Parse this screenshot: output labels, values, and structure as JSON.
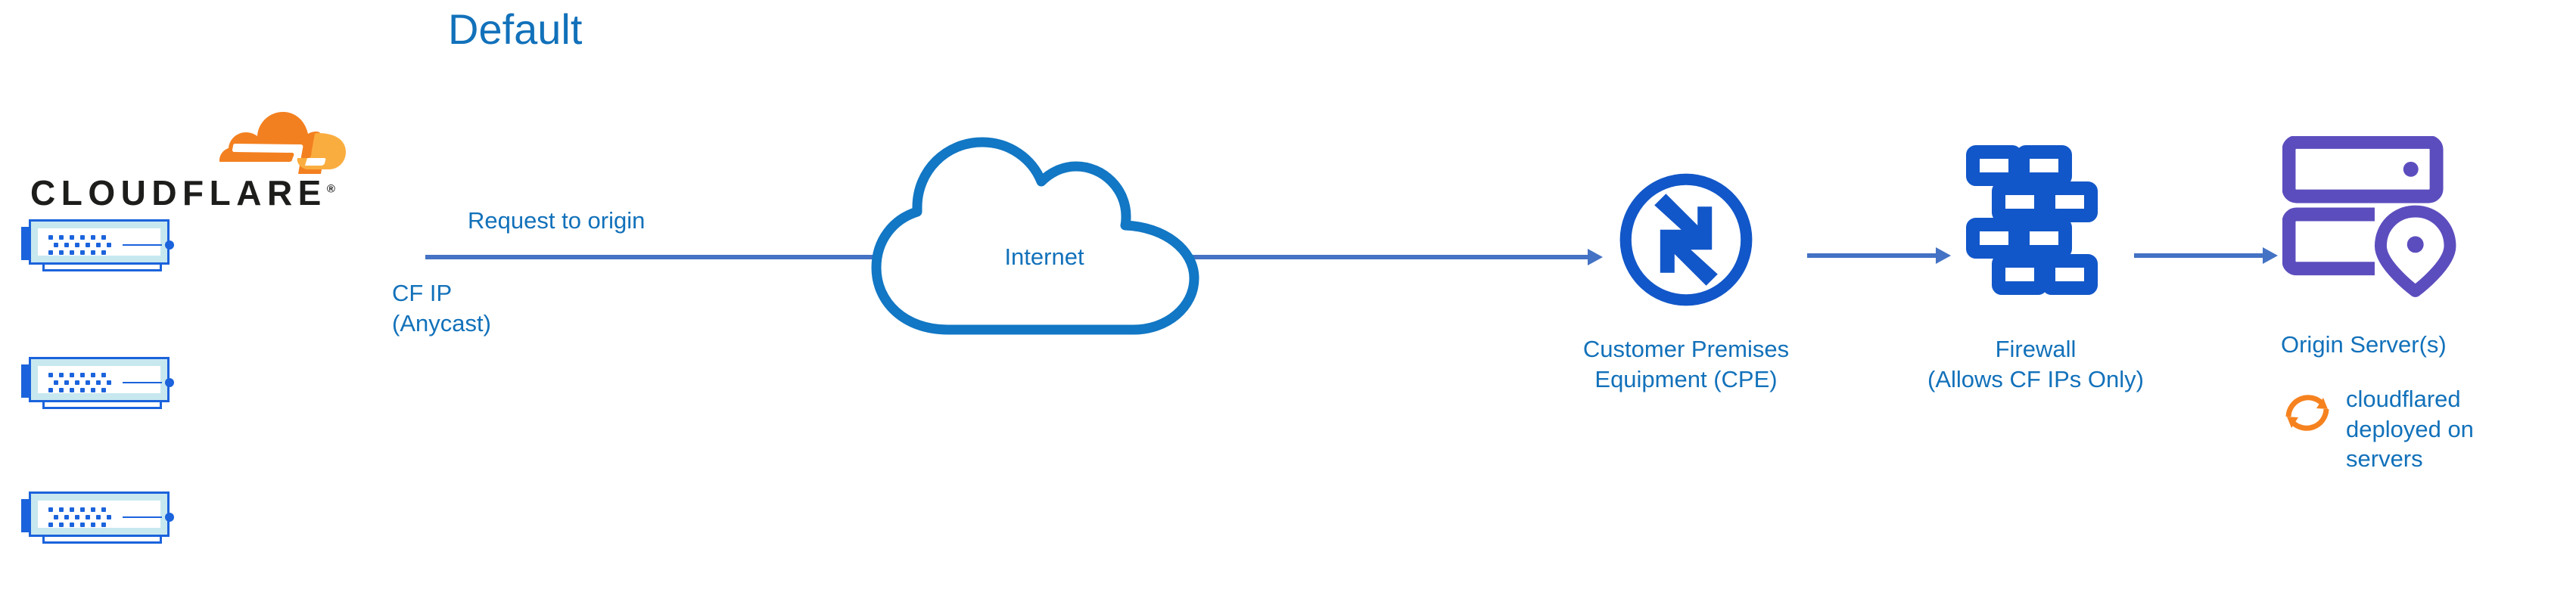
{
  "diagram": {
    "title": "Default",
    "brand": {
      "name": "CLOUDFLARE",
      "trademark": "®",
      "logo_icon": "cloudflare-cloud-logo",
      "orange_dark": "#F38020",
      "orange_light": "#FAAD3F"
    },
    "colors": {
      "text_blue": "#1271BA",
      "icon_blue": "#1257C9",
      "rack_blue": "#1B63DC",
      "rack_inner": "#C8E8F0",
      "arrow_blue": "#4472C4",
      "cloud_stroke": "#1277C4",
      "origin_purple": "#5C4DBE",
      "cloudflared_orange": "#F6821F",
      "wordmark_black": "#1D1D1B"
    },
    "nodes": [
      {
        "id": "cloudflare-edge",
        "icon": "server-rack-stack-icon",
        "count": 3,
        "label": "CF IP\n(Anycast)"
      },
      {
        "id": "internet",
        "icon": "cloud-outline-icon",
        "label": "Internet"
      },
      {
        "id": "cpe",
        "icon": "router-icon",
        "label": "Customer Premises\nEquipment (CPE)"
      },
      {
        "id": "firewall",
        "icon": "brick-wall-icon",
        "label": "Firewall\n(Allows CF IPs Only)"
      },
      {
        "id": "origin",
        "icon": "origin-server-location-pin-icon",
        "label": "Origin Server(s)"
      }
    ],
    "edges": [
      {
        "id": "edge-to-cpe",
        "label": "Request to origin",
        "from": "cloudflare-edge",
        "to": "cpe"
      },
      {
        "id": "cpe-to-firewall",
        "label": "",
        "from": "cpe",
        "to": "firewall"
      },
      {
        "id": "firewall-to-origin",
        "label": "",
        "from": "firewall",
        "to": "origin"
      }
    ],
    "annotation": {
      "icon": "sync-arrows-icon",
      "text": "cloudflared\ndeployed on\nservers"
    }
  }
}
